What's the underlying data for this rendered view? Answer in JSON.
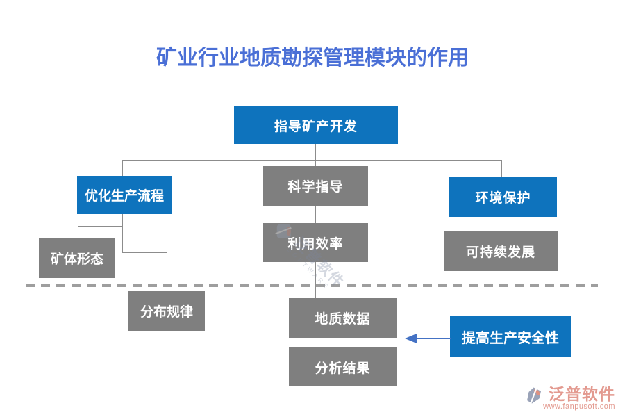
{
  "title": "矿业行业地质勘探管理模块的作用",
  "colors": {
    "blue": "#0E73BD",
    "gray": "#7F7F7F",
    "title": "#4A6FD6",
    "line": "#8C8C8C",
    "dash": "#9E9E9E",
    "arrow": "#4472C4",
    "logo": "#E39A90",
    "wm": "#7C87A0"
  },
  "nodes": {
    "guide_dev": {
      "label": "指导矿产开发"
    },
    "optimize": {
      "label": "优化生产流程"
    },
    "science": {
      "label": "科学指导"
    },
    "environment": {
      "label": "环境保护"
    },
    "ore_shape": {
      "label": "矿体形态"
    },
    "efficiency": {
      "label": "利用效率"
    },
    "sustainable": {
      "label": "可持续发展"
    },
    "distribution": {
      "label": "分布规律"
    },
    "geo_data": {
      "label": "地质数据"
    },
    "safety": {
      "label": "提高生产安全性"
    },
    "analysis": {
      "label": "分析结果"
    }
  },
  "watermark": {
    "text": "泛普软件",
    "subtext": "SOFTWARE"
  },
  "logo": {
    "name": "泛普软件",
    "url": "www.fanpusoft.com"
  }
}
